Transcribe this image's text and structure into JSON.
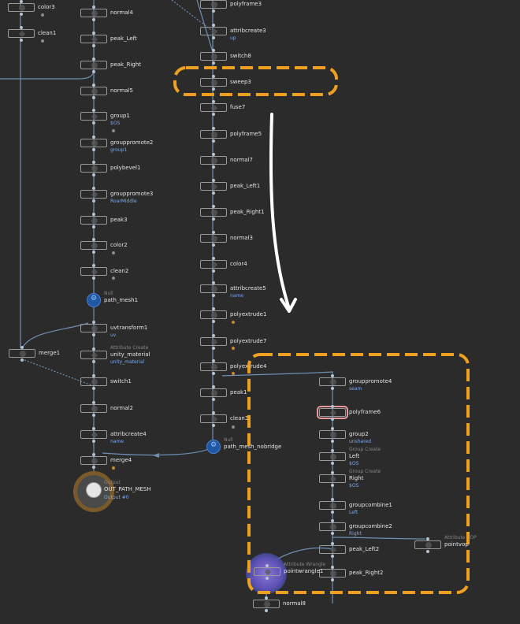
{
  "column_left": [
    {
      "id": "color3",
      "label": "color3",
      "color": "#d9d9d9"
    },
    {
      "id": "clean1",
      "label": "clean1",
      "color": "#e00000"
    },
    {
      "id": "merge1",
      "label": "merge1",
      "color": "#d9d9d9"
    }
  ],
  "column_mid": [
    {
      "id": "normal4",
      "label": "normal4",
      "color": "#d9d9d9"
    },
    {
      "id": "peak_left",
      "label": "peak_Left",
      "color": "#66c421"
    },
    {
      "id": "peak_right",
      "label": "peak_Right",
      "color": "#66c421"
    },
    {
      "id": "normal5",
      "label": "normal5",
      "color": "#d9d9d9"
    },
    {
      "id": "group1",
      "label": "group1",
      "sub": "$OS",
      "color": "#d9d9d9"
    },
    {
      "id": "grouppromote2",
      "label": "grouppromote2",
      "sub": "group1",
      "color": "#d9d9d9"
    },
    {
      "id": "polybevel1",
      "label": "polybevel1",
      "color": "#d9d9d9"
    },
    {
      "id": "grouppromote3",
      "label": "grouppromote3",
      "sub": "RoarMiddle",
      "color": "#d9d9d9"
    },
    {
      "id": "peak3",
      "label": "peak3",
      "color": "#d9d9d9"
    },
    {
      "id": "color2",
      "label": "color2",
      "color": "#4a4a4a"
    },
    {
      "id": "clean2",
      "label": "clean2",
      "color": "#e00000"
    },
    {
      "id": "path_mesh1",
      "label": "path_mesh1",
      "type_label": "Null"
    },
    {
      "id": "uvtransform1",
      "label": "uvtransform1",
      "sub": "uv",
      "color": "#6a5acd"
    },
    {
      "id": "unity_material",
      "label": "unity_material",
      "sub": "unity_material",
      "type_label": "Attribute Create",
      "color": "#8a4b08"
    },
    {
      "id": "switch1",
      "label": "switch1",
      "color": "#b7ef9a"
    },
    {
      "id": "normal2",
      "label": "normal2",
      "color": "#d9d9d9"
    },
    {
      "id": "attribcreate4",
      "label": "attribcreate4",
      "sub": "name",
      "color": "#8fbbf5"
    },
    {
      "id": "merge4",
      "label": "merge4",
      "color": "#d9d9d9"
    },
    {
      "id": "out_path_mesh",
      "label": "OUT_PATH_MESH",
      "sub": "Output #0",
      "type_label": "Output"
    }
  ],
  "column_right": [
    {
      "id": "polyframe3",
      "label": "polyframe3",
      "color": "#d9d9d9"
    },
    {
      "id": "attribcreate3",
      "label": "attribcreate3",
      "sub": "up",
      "color": "#d9d9d9"
    },
    {
      "id": "switch8",
      "label": "switch8",
      "color": "#b7ef9a"
    },
    {
      "id": "sweep3",
      "label": "sweep3",
      "color": "#66c421"
    },
    {
      "id": "fuse7",
      "label": "fuse7",
      "color": "#d9d9d9"
    },
    {
      "id": "polyframe5",
      "label": "polyframe5",
      "color": "#d9d9d9"
    },
    {
      "id": "normal7",
      "label": "normal7",
      "color": "#d9d9d9"
    },
    {
      "id": "peak_left1",
      "label": "peak_Left1",
      "color": "#66c421"
    },
    {
      "id": "peak_right1",
      "label": "peak_Right1",
      "color": "#66c421"
    },
    {
      "id": "normal3",
      "label": "normal3",
      "color": "#d9d9d9"
    },
    {
      "id": "color4",
      "label": "color4",
      "color": "#d9d9d9"
    },
    {
      "id": "attribcreate5",
      "label": "attribcreate5",
      "sub": "name",
      "color": "#8fbbf5"
    },
    {
      "id": "polyextrude1",
      "label": "polyextrude1",
      "color": "#d9d9d9"
    },
    {
      "id": "polyextrude7",
      "label": "polyextrude7",
      "color": "#d9d9d9"
    },
    {
      "id": "polyextrude4",
      "label": "polyextrude4",
      "color": "#66c421"
    },
    {
      "id": "peak1",
      "label": "peak1",
      "color": "#66c421"
    },
    {
      "id": "clean3",
      "label": "clean3",
      "color": "#d9d9d9"
    },
    {
      "id": "path_mesh_nobridge",
      "label": "path_mesh_nobridge",
      "type_label": "Null"
    }
  ],
  "column_box": [
    {
      "id": "grouppromote4",
      "label": "grouppromote4",
      "sub": "seam",
      "color": "#d9d9d9"
    },
    {
      "id": "polyframe6",
      "label": "polyframe6",
      "color": "#d9d9d9"
    },
    {
      "id": "group2",
      "label": "group2",
      "sub": "unshared",
      "color": "#d9d9d9"
    },
    {
      "id": "left",
      "label": "Left",
      "sub": "$OS",
      "type_label": "Group Create",
      "color": "#d9d9d9"
    },
    {
      "id": "right",
      "label": "Right",
      "sub": "$OS",
      "type_label": "Group Create",
      "color": "#d9d9d9"
    },
    {
      "id": "groupcombine1",
      "label": "groupcombine1",
      "sub": "Left",
      "color": "#d9d9d9"
    },
    {
      "id": "groupcombine2",
      "label": "groupcombine2",
      "sub": "Right",
      "color": "#d9d9d9"
    },
    {
      "id": "peak_left2",
      "label": "peak_Left2",
      "color": "#66c421"
    },
    {
      "id": "peak_right2",
      "label": "peak_Right2",
      "color": "#66c421"
    },
    {
      "id": "pointvop",
      "label": "pointvop",
      "type_label": "Attribute VOP",
      "color": "#d9d9d9"
    },
    {
      "id": "pointwrangle1",
      "label": "pointwrangle1",
      "type_label": "Attribute Wrangle",
      "color": "#d9d9d9"
    },
    {
      "id": "normal8",
      "label": "normal8",
      "color": "#d9d9d9"
    }
  ],
  "annotations": {
    "highlight_color": "#f0a020",
    "arrow_color": "#ffffff"
  }
}
